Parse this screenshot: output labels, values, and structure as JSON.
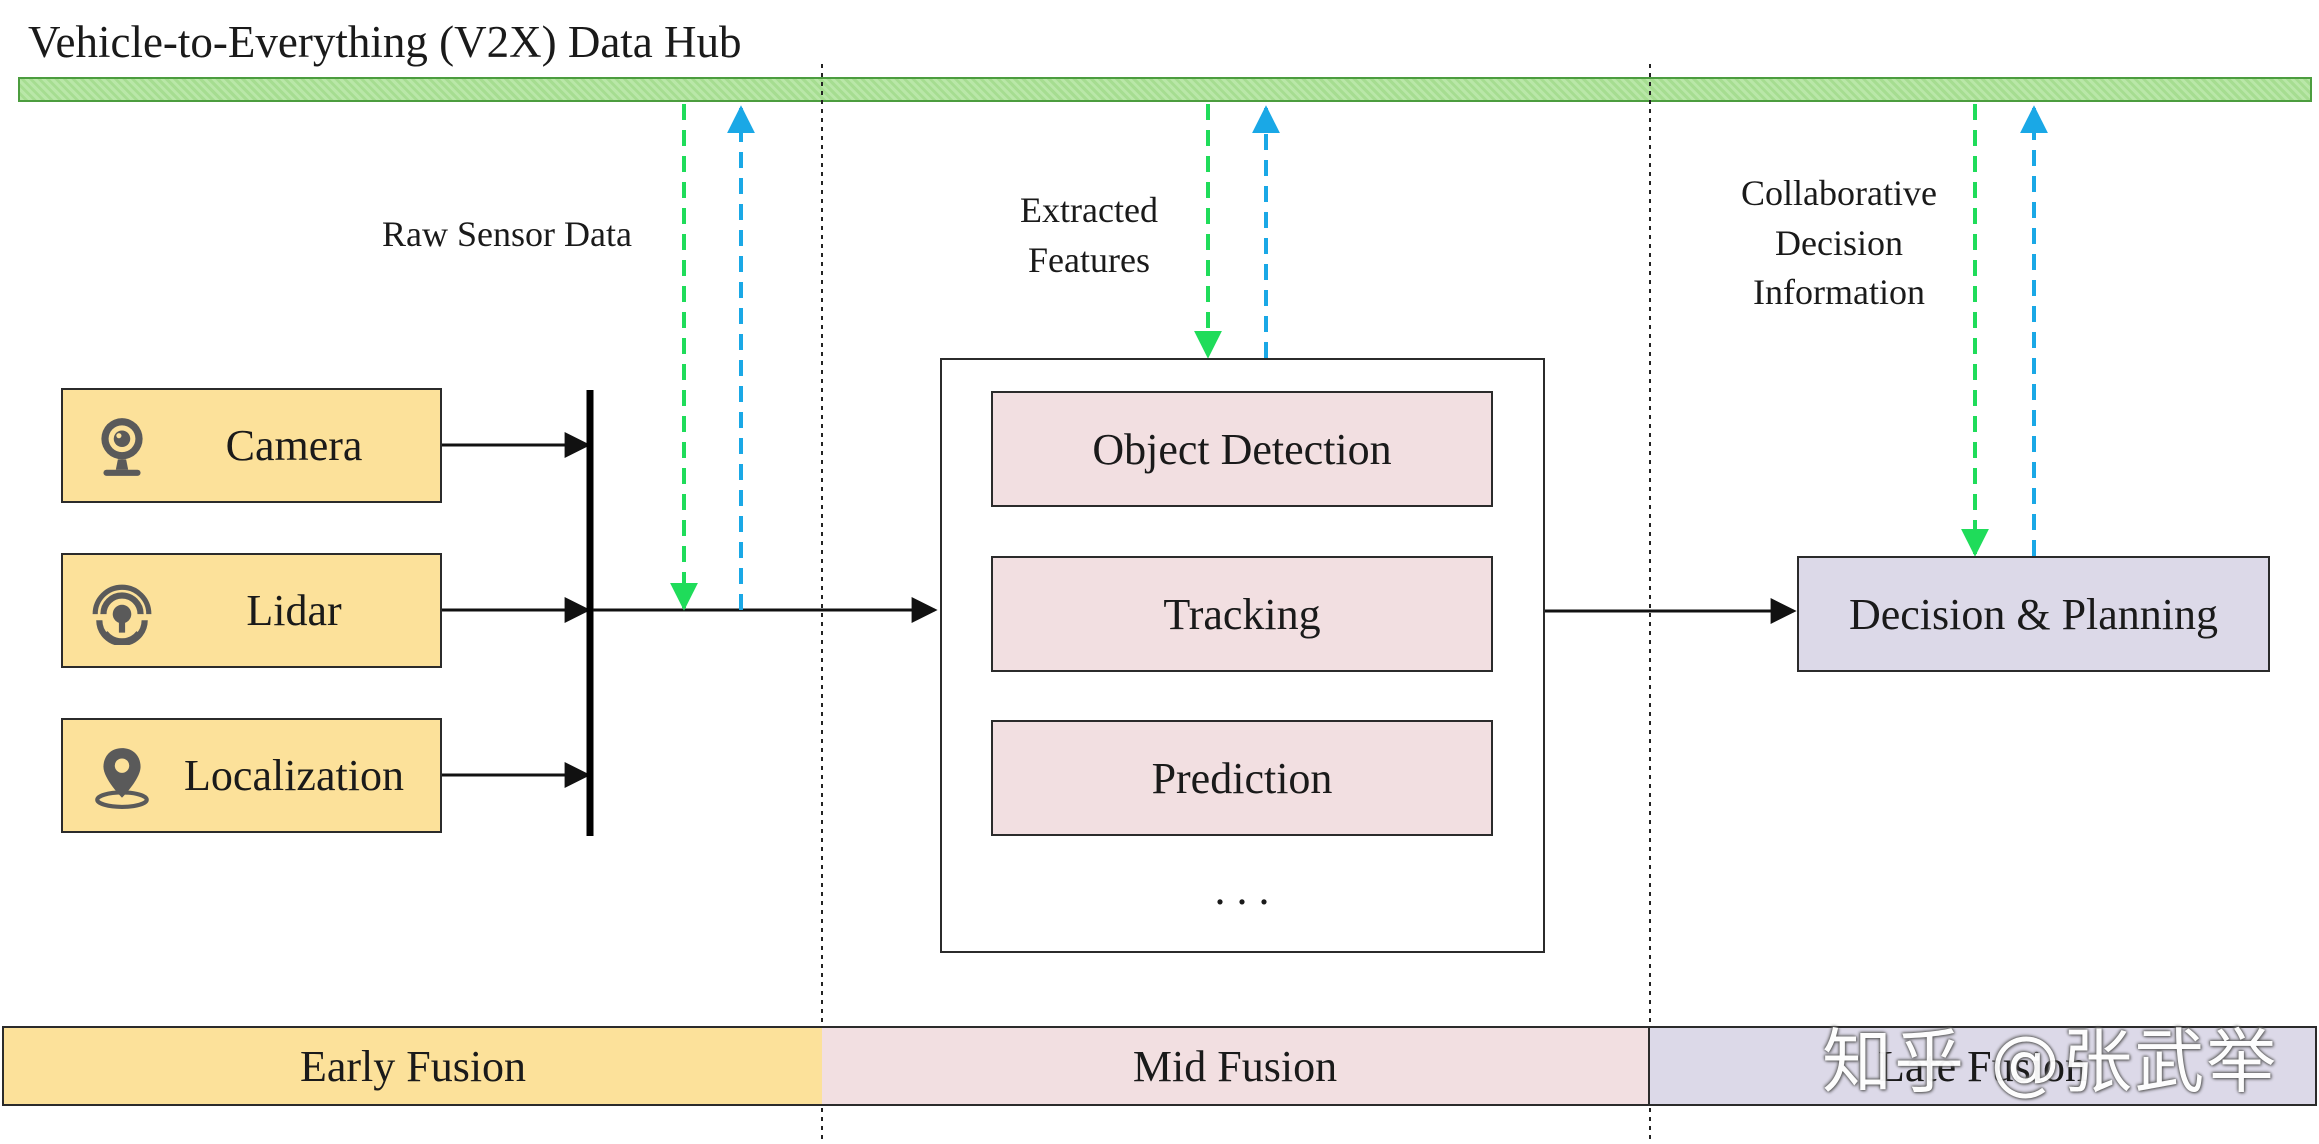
{
  "hub": {
    "title": "Vehicle-to-Everything (V2X) Data Hub",
    "color": "#a6dd91"
  },
  "sources": {
    "camera": {
      "label": "Camera",
      "icon": "camera-icon"
    },
    "lidar": {
      "label": "Lidar",
      "icon": "lidar-icon"
    },
    "localization": {
      "label": "Localization",
      "icon": "location-pin-icon"
    },
    "color": "#fce19a"
  },
  "links": {
    "raw": "Raw Sensor Data",
    "features": "Extracted Features",
    "collab": "Collaborative Decision Information",
    "downlink_color": "#1fdc5a",
    "uplink_color": "#1aa8e6"
  },
  "mid_tasks": {
    "detection": "Object Detection",
    "tracking": "Tracking",
    "prediction": "Prediction",
    "more": ". . .",
    "color": "#f2dfe1"
  },
  "decision": {
    "label": "Decision & Planning",
    "color": "#dcd9e8"
  },
  "stages": {
    "early": "Early Fusion",
    "mid": "Mid Fusion",
    "late": "Late Fusion"
  },
  "watermark": "知乎 @张武举"
}
